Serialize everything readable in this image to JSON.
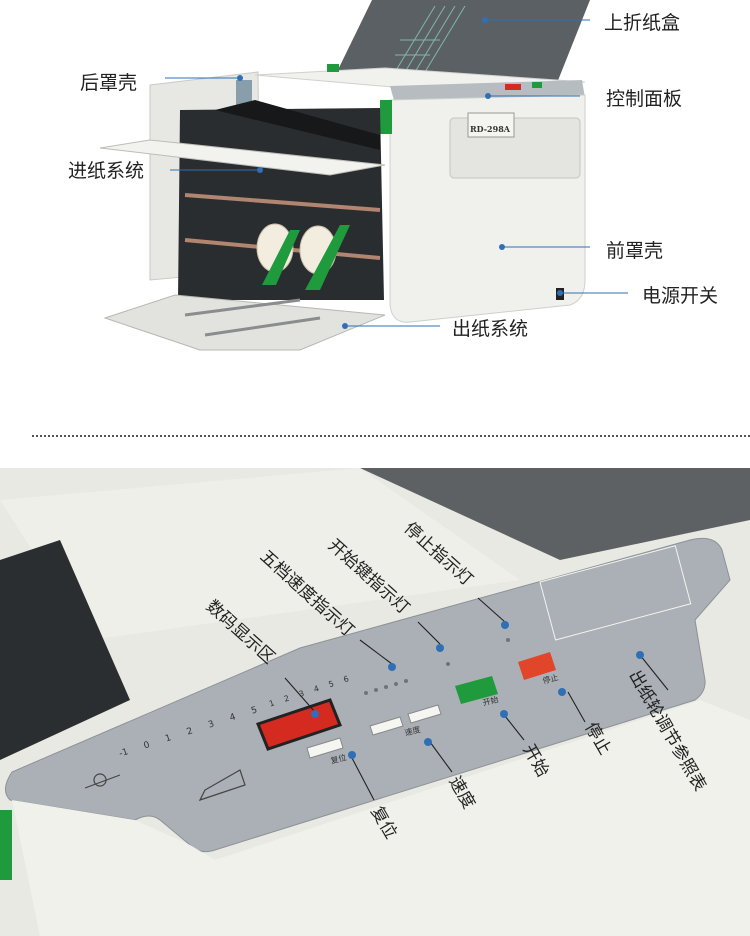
{
  "machine": {
    "brand_badge": "RD-298A"
  },
  "top_labels": {
    "output_tray": "上折纸盒",
    "rear_cover": "后罩壳",
    "control_panel": "控制面板",
    "feed_system": "进纸系统",
    "front_cover": "前罩壳",
    "power_switch": "电源开关",
    "exit_system": "出纸系统"
  },
  "panel_labels": {
    "stop_indicator": "停止指示灯",
    "start_indicator": "开始键指示灯",
    "speed_indicator": "五档速度指示灯",
    "display_area": "数码显示区",
    "adjust_table": "出纸轮调节参照表",
    "stop": "停止",
    "start": "开始",
    "speed": "速度",
    "reset": "复位"
  },
  "panel_print": {
    "start_key": "开始",
    "stop_key": "停止",
    "speed_key": "速度",
    "reset_key": "复位",
    "speed_digits": [
      "1",
      "2",
      "3",
      "4",
      "5",
      "6"
    ],
    "scale_digits": [
      "-1",
      "0",
      "1",
      "2",
      "3",
      "4",
      "5"
    ]
  },
  "colors": {
    "machine_body": "#ededea",
    "panel": "#aab0b5",
    "accent_green": "#1f9a3c",
    "display_red": "#d42a20",
    "stop_red": "#e2462a",
    "leader_blue": "#2f6fb6"
  }
}
